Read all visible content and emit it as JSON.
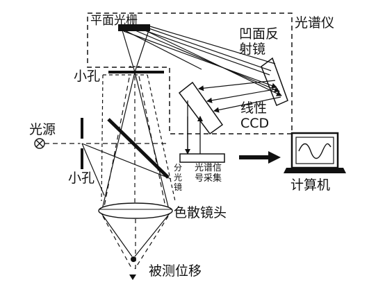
{
  "labels": {
    "grating": "平面光栅",
    "spectrometer": "光谱仪",
    "concave_mirror": "凹面反射镜",
    "pinhole_top": "小孔",
    "light_source": "光源",
    "pinhole_bottom": "小孔",
    "beam_splitter": "分光镜",
    "linear_ccd": "线性CCD",
    "signal_acquisition": "光谱信号采集",
    "computer": "计算机",
    "dispersive_lens": "色散镜头",
    "measured_displacement": "被测位移"
  },
  "colors": {
    "line": "#111111",
    "screen_wave": "#111111"
  },
  "icons": {
    "light_source": "circle-x-icon",
    "arrow": "right-arrow-icon",
    "computer": "laptop-icon"
  }
}
